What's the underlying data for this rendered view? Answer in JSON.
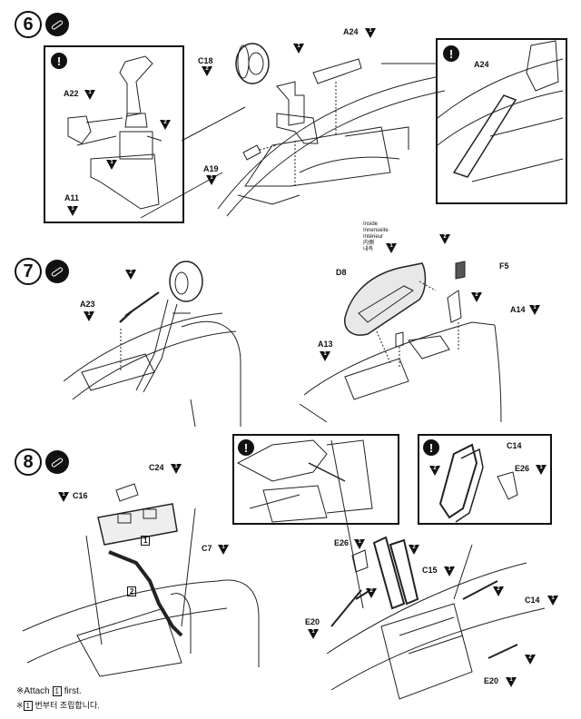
{
  "steps": [
    {
      "number": "6"
    },
    {
      "number": "7"
    },
    {
      "number": "8"
    }
  ],
  "parts": {
    "C18": "C18",
    "A24": "A24",
    "A22": "A22",
    "A11": "A11",
    "A19": "A19",
    "A23": "A23",
    "D8": "D8",
    "F5": "F5",
    "A14": "A14",
    "A13": "A13",
    "C24": "C24",
    "C16": "C16",
    "C7": "C7",
    "E26": "E26",
    "C15": "C15",
    "C14": "C14",
    "E20": "E20"
  },
  "badges": {
    "one": "1",
    "two": "2"
  },
  "markers": {
    "one": "1",
    "two": "2"
  },
  "warning": "!",
  "inside_text": {
    "en": "Inside",
    "de": "Innenseite",
    "fr": "Intérieur",
    "jp": "内側",
    "kr": "내측"
  },
  "footer": {
    "en_prefix": "※Attach",
    "en_marker": "1",
    "en_suffix": "first.",
    "kr_prefix": "※",
    "kr_marker": "1",
    "kr_suffix": "번부터 조립합니다."
  }
}
